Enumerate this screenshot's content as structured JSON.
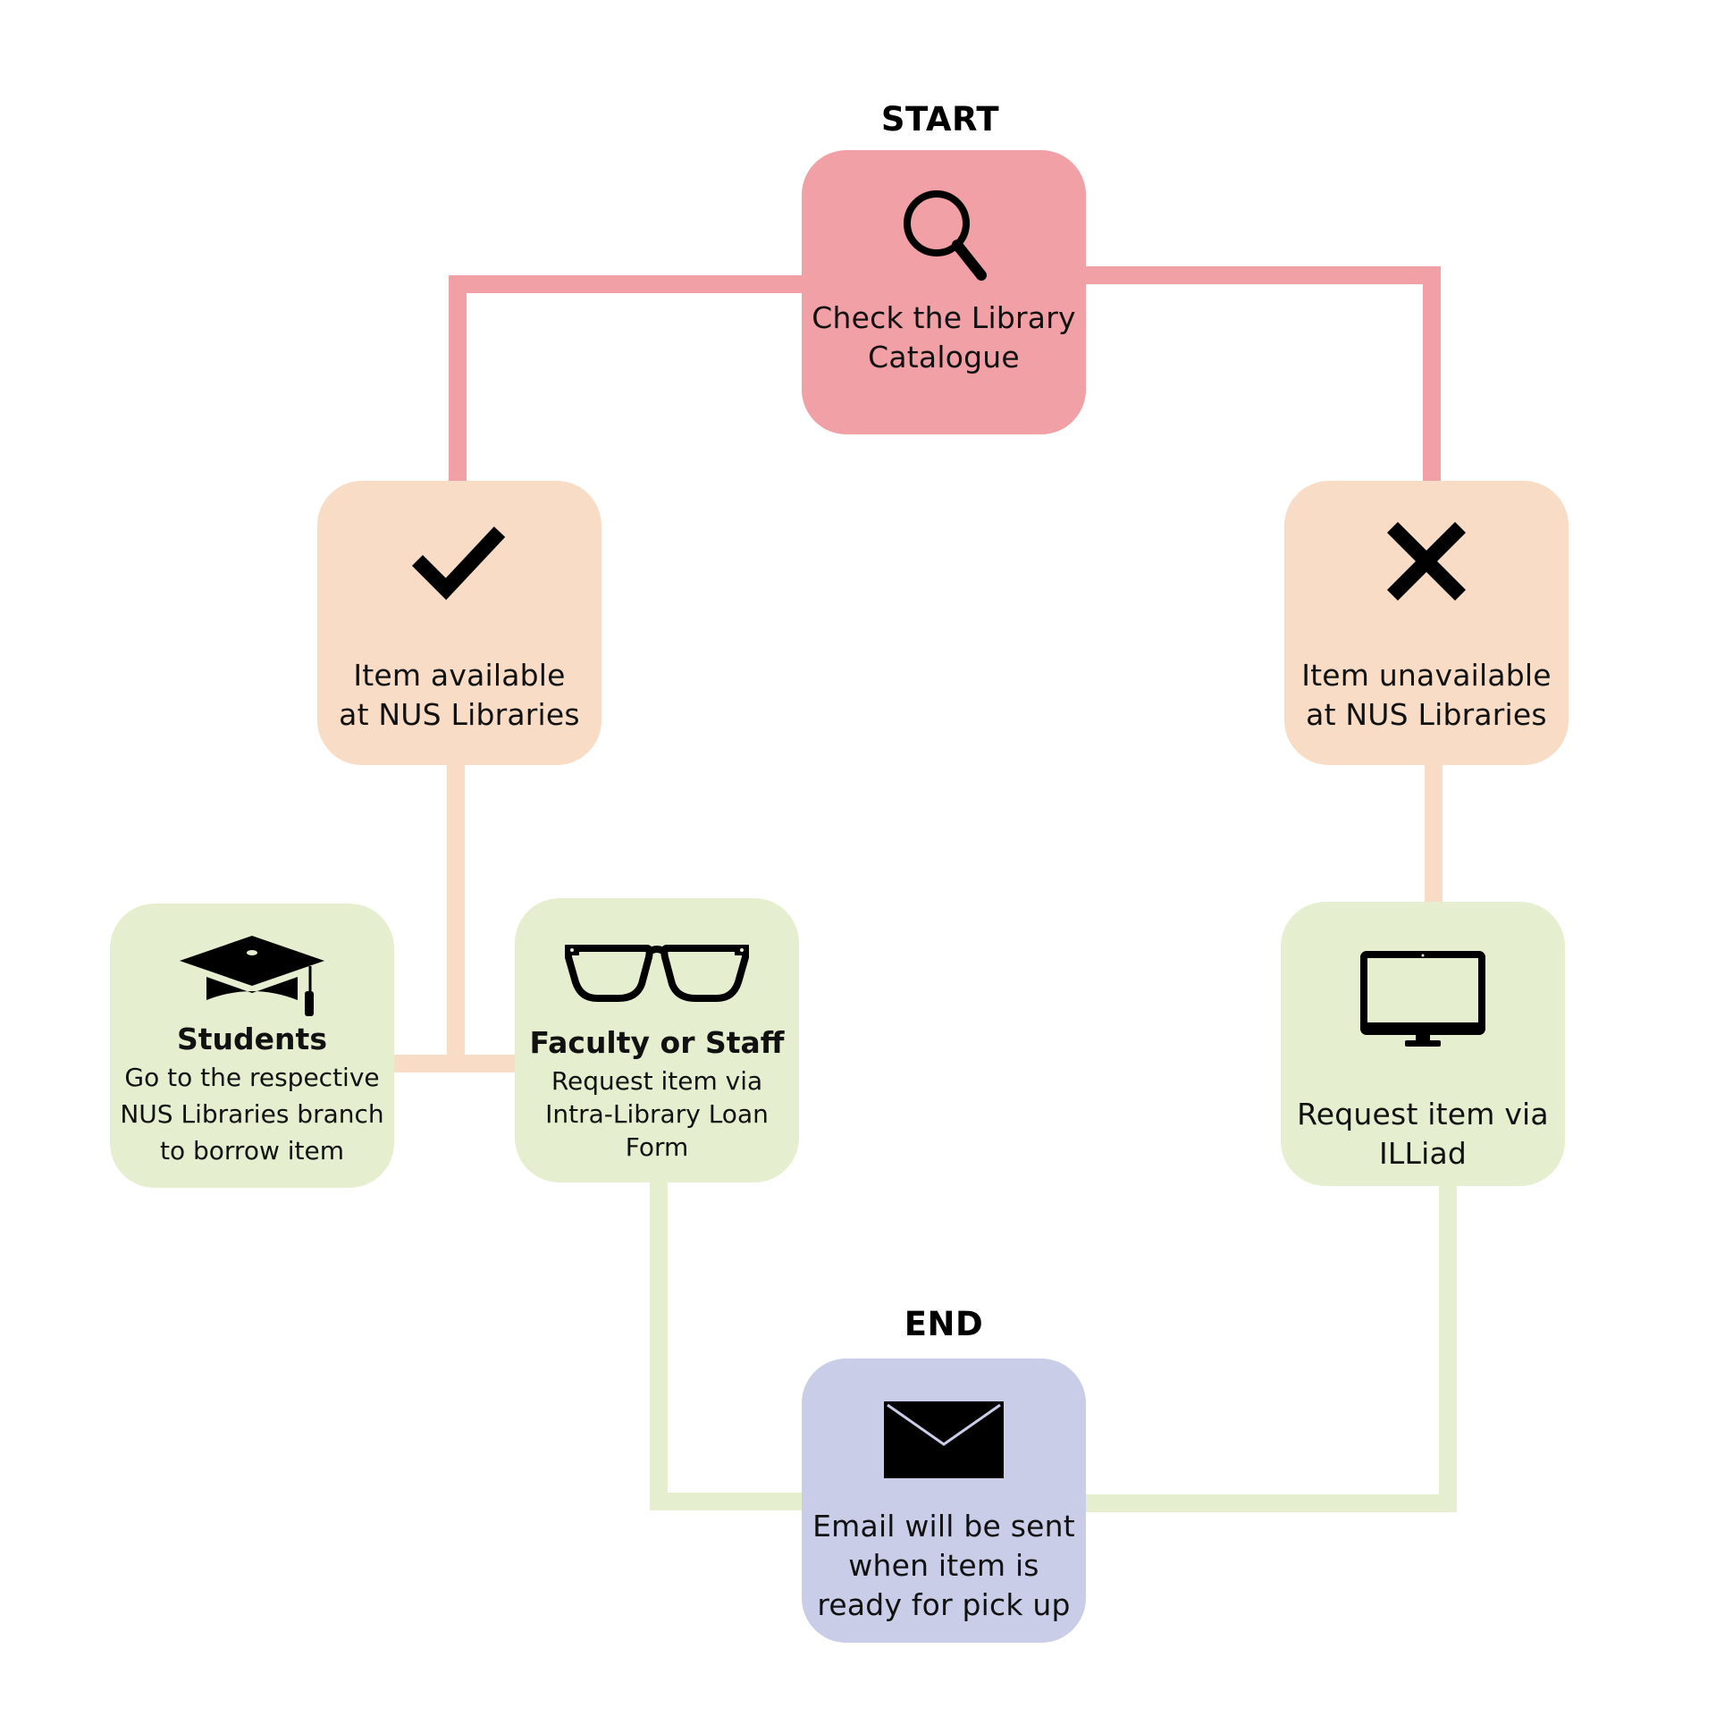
{
  "colors": {
    "start_fill": "#f1a0a5",
    "decision_fill": "#f8dcc5",
    "action_fill": "#e5efcf",
    "end_fill": "#c9cde7",
    "start_connector": "#f1a0a5",
    "decision_connector": "#f8dcc5",
    "action_connector": "#e5efcf"
  },
  "labels": {
    "start": "START",
    "end": "END"
  },
  "nodes": {
    "start": {
      "icon": "search-icon",
      "text": "Check the Library\nCatalogue"
    },
    "available": {
      "icon": "checkmark-icon",
      "text": "Item available\nat NUS Libraries"
    },
    "unavailable": {
      "icon": "cross-icon",
      "text": "Item unavailable\nat NUS Libraries"
    },
    "students": {
      "icon": "graduation-cap-icon",
      "title": "Students",
      "text": "Go to the respective\nNUS Libraries branch\nto borrow item"
    },
    "faculty": {
      "icon": "glasses-icon",
      "title": "Faculty or Staff",
      "text": "Request item via\nIntra-Library Loan\nForm"
    },
    "illiad": {
      "icon": "monitor-icon",
      "text": "Request item via\nILLiad"
    },
    "end": {
      "icon": "envelope-icon",
      "text": "Email will be sent\nwhen item is\nready for pick up"
    }
  }
}
